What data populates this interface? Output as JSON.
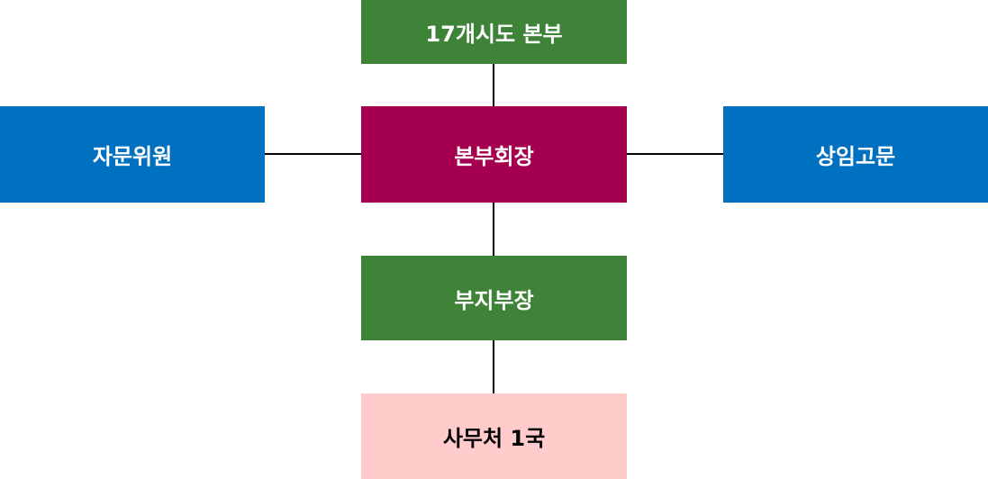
{
  "nodes": {
    "regional": {
      "label": "17개시도 본부",
      "bg": "#3e8337",
      "fg": "#ffffff"
    },
    "advisory": {
      "label": "자문위원",
      "bg": "#0070c0",
      "fg": "#ffffff"
    },
    "chair": {
      "label": "본부회장",
      "bg": "#a50050",
      "fg": "#ffffff"
    },
    "counsel": {
      "label": "상임고문",
      "bg": "#0070c0",
      "fg": "#ffffff"
    },
    "branch": {
      "label": "부지부장",
      "bg": "#3e8337",
      "fg": "#ffffff"
    },
    "office": {
      "label": "사무처 1국",
      "bg": "#ffcccb",
      "fg": "#000000"
    }
  },
  "colors": {
    "connector": "#000000"
  }
}
